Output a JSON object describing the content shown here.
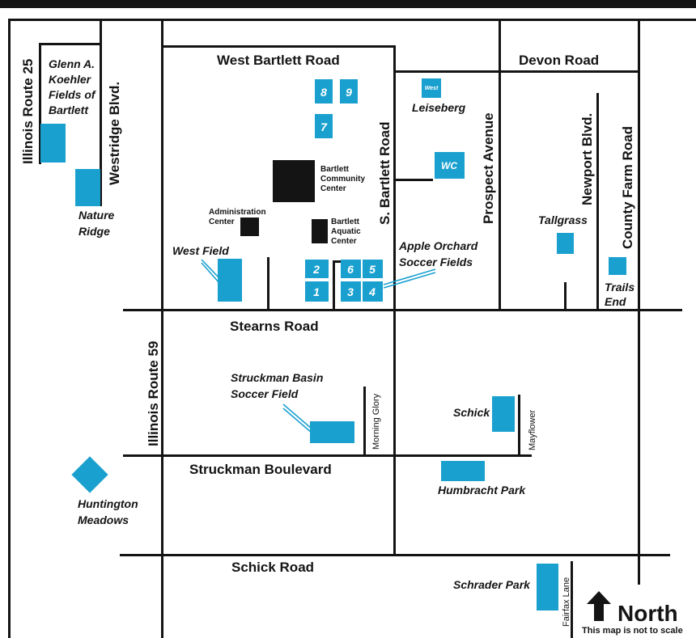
{
  "roads": {
    "illinois_route_25": "Illinois Route 25",
    "westridge_blvd": "Westridge Blvd.",
    "west_bartlett_road": "West Bartlett Road",
    "s_bartlett_road": "S. Bartlett Road",
    "devon_road": "Devon Road",
    "prospect_avenue": "Prospect Avenue",
    "newport_blvd": "Newport Blvd.",
    "county_farm_road": "County Farm Road",
    "stearns_road": "Stearns Road",
    "illinois_route_59": "Illinois Route 59",
    "morning_glory": "Morning Glory",
    "mayflower": "Mayflower",
    "struckman_boulevard": "Struckman Boulevard",
    "schick_road": "Schick Road",
    "fairfax_lane": "Fairfax Lane"
  },
  "parks": {
    "glenn_koehler": [
      "Glenn A.",
      "Koehler",
      "Fields of",
      "Bartlett"
    ],
    "nature_ridge": [
      "Nature",
      "Ridge"
    ],
    "west_field": "West Field",
    "leiseberg": "Leiseberg",
    "tallgrass": "Tallgrass",
    "trails_end": [
      "Trails",
      "End"
    ],
    "apple_orchard": [
      "Apple Orchard",
      "Soccer Fields"
    ],
    "struckman_basin": [
      "Struckman Basin",
      "Soccer Field"
    ],
    "schick": "Schick",
    "huntington_meadows": [
      "Huntington",
      "Meadows"
    ],
    "humbracht_park": "Humbracht Park",
    "schrader_park": "Schrader Park"
  },
  "buildings": {
    "community_center": [
      "Bartlett",
      "Community",
      "Center"
    ],
    "administration_center": [
      "Administration",
      "Center"
    ],
    "aquatic_center": [
      "Bartlett",
      "Aquatic",
      "Center"
    ]
  },
  "fields": {
    "f1": "1",
    "f2": "2",
    "f3": "3",
    "f4": "4",
    "f5": "5",
    "f6": "6",
    "f7": "7",
    "f8": "8",
    "f9": "9",
    "wc": "WC",
    "west": "West"
  },
  "legend": {
    "north": "North",
    "note": "This map is not to scale"
  },
  "colors": {
    "park": "#1aa0cf",
    "road": "#141414"
  }
}
